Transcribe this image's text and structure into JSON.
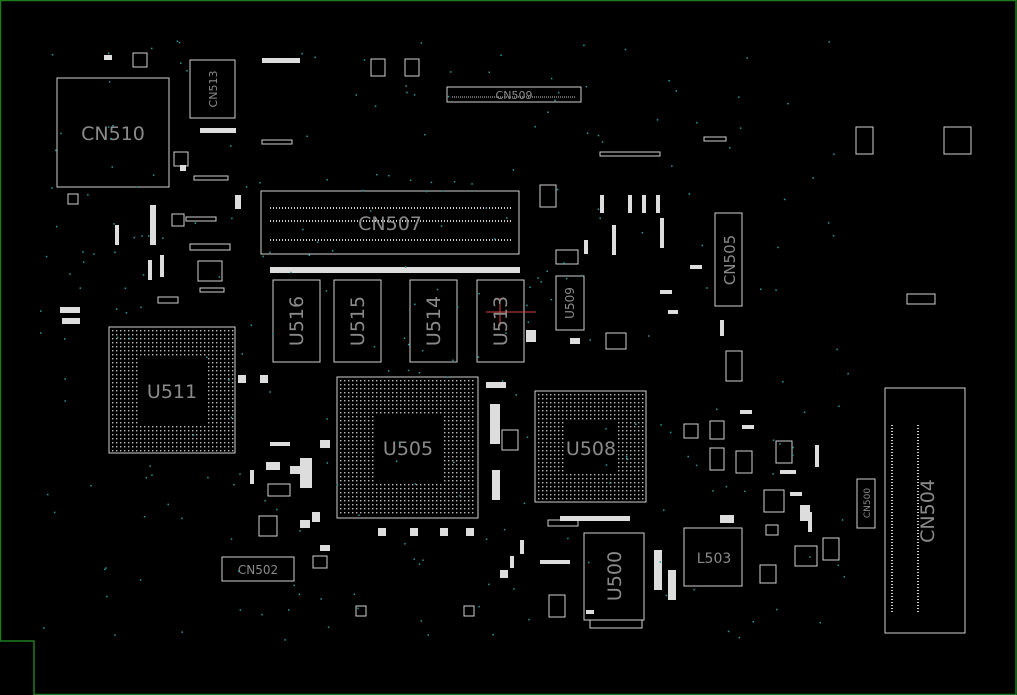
{
  "board": {
    "colors": {
      "background": "#000000",
      "outline": "#1f7a1f",
      "silkscreen": "#d0d0d0",
      "label": "#8a8a8a",
      "via": "#2a9a9a"
    },
    "labels": {
      "cn510": "CN510",
      "cn513": "CN513",
      "cn509": "CN509",
      "cn507": "CN507",
      "cn505": "CN505",
      "cn504": "CN504",
      "cn502": "CN502",
      "cn500": "CN500",
      "u511": "U511",
      "u505": "U505",
      "u508": "U508",
      "u500": "U500",
      "u516": "U516",
      "u515": "U515",
      "u514": "U514",
      "u513": "U513",
      "u509": "U509",
      "l503": "L503"
    }
  }
}
